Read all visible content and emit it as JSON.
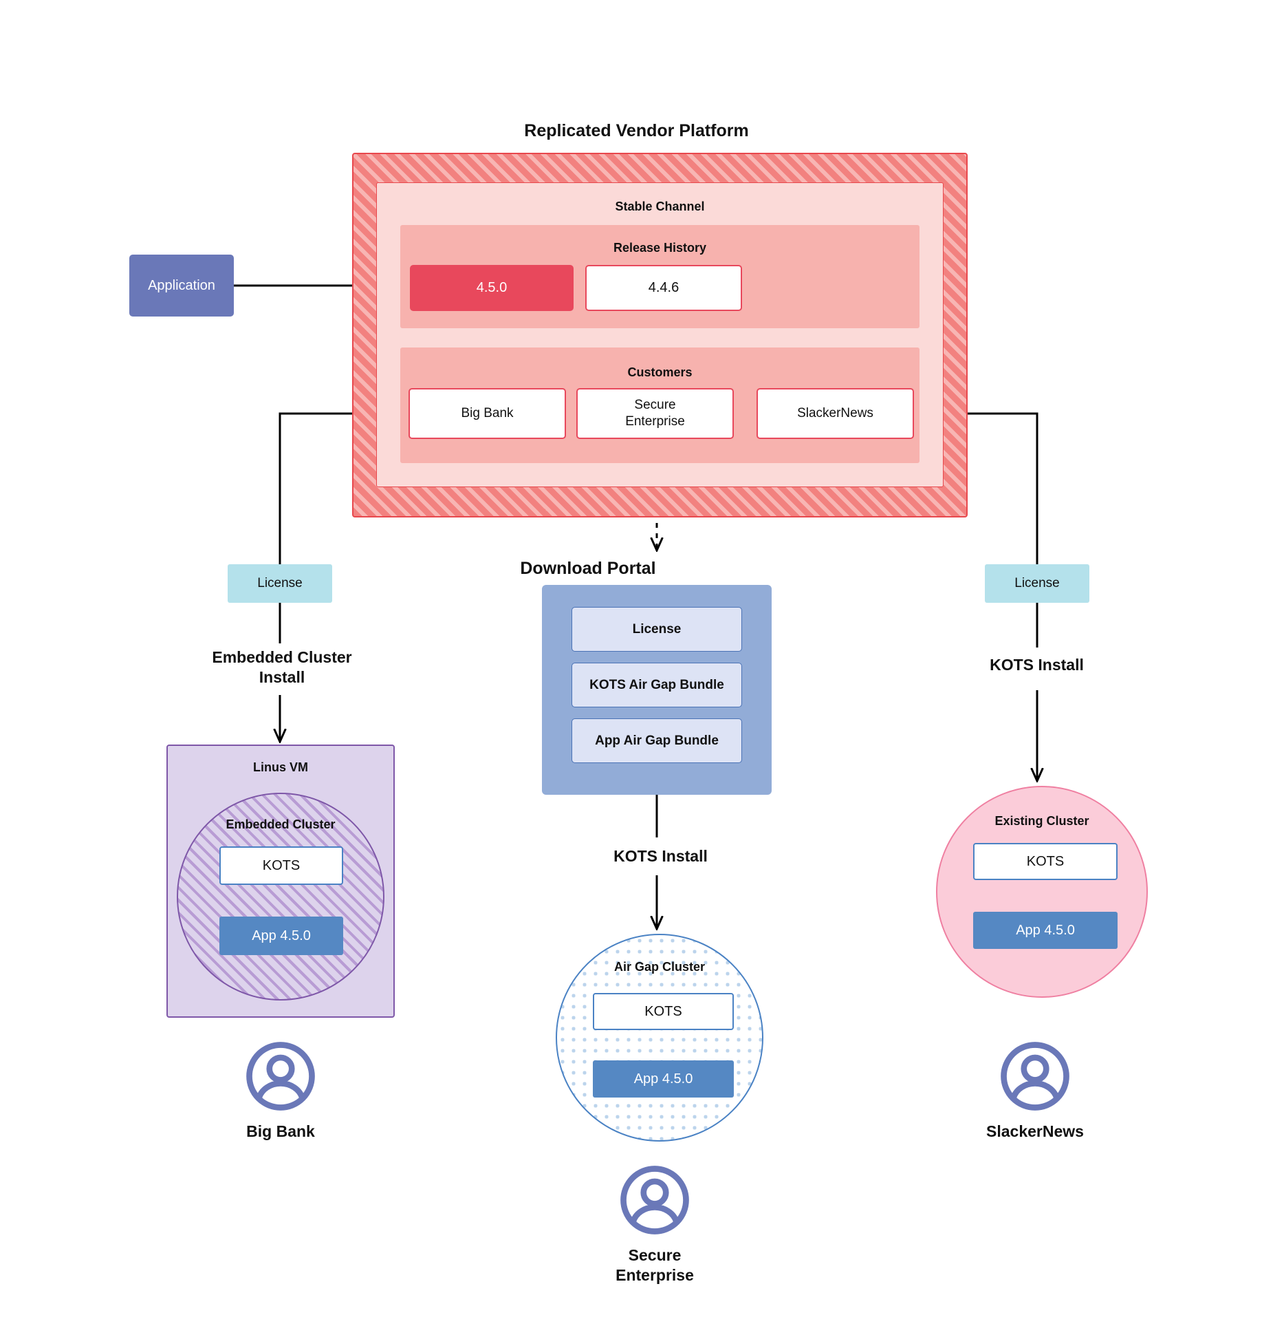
{
  "diagram": {
    "title": "Replicated Vendor Platform",
    "download_portal_title": "Download  Portal"
  },
  "application": {
    "label": "Application"
  },
  "vendor_platform": {
    "channel": {
      "title": "Stable Channel"
    },
    "release_history": {
      "title": "Release History",
      "releases": [
        {
          "version": "4.5.0",
          "state": "current"
        },
        {
          "version": "4.4.6",
          "state": "previous"
        }
      ]
    },
    "customers": {
      "title": "Customers",
      "items": [
        {
          "name": "Big Bank"
        },
        {
          "name": "Secure\nEnterprise"
        },
        {
          "name": "SlackerNews"
        }
      ]
    }
  },
  "download_portal": {
    "items": [
      {
        "label": "License"
      },
      {
        "label": "KOTS Air Gap Bundle"
      },
      {
        "label": "App Air Gap Bundle"
      }
    ]
  },
  "flows": {
    "license_left": "License",
    "license_right": "License",
    "embedded_install": "Embedded Cluster\nInstall",
    "kots_install_right": "KOTS Install",
    "kots_install_center": "KOTS Install"
  },
  "targets": {
    "linux_vm": {
      "title": "Linus VM",
      "cluster_title": "Embedded Cluster",
      "kots": "KOTS",
      "app": "App 4.5.0"
    },
    "air_gap": {
      "title": "Air Gap Cluster",
      "kots": "KOTS",
      "app": "App 4.5.0"
    },
    "existing": {
      "title": "Existing Cluster",
      "kots": "KOTS",
      "app": "App 4.5.0"
    }
  },
  "personas": [
    {
      "name": "Big Bank"
    },
    {
      "name": "Secure\nEnterprise"
    },
    {
      "name": "SlackerNews"
    }
  ],
  "colors": {
    "vendor_hatch": "#f2817f",
    "vendor_border": "#e8474c",
    "channel_bg": "#fbdad8",
    "section_bg": "#f7b2ae",
    "release_current": "#e8485c",
    "application": "#6a78b8",
    "license": "#b4e1eb",
    "portal": "#92acd7",
    "portal_item": "#dde3f5",
    "vm": "#ddd3ec",
    "vm_border": "#7e57a8",
    "existing_cluster": "#fbccd9",
    "existing_border": "#ef7fa1",
    "app_chip": "#5588c3",
    "kots_border": "#4a82c4",
    "persona": "#6a78b8"
  }
}
